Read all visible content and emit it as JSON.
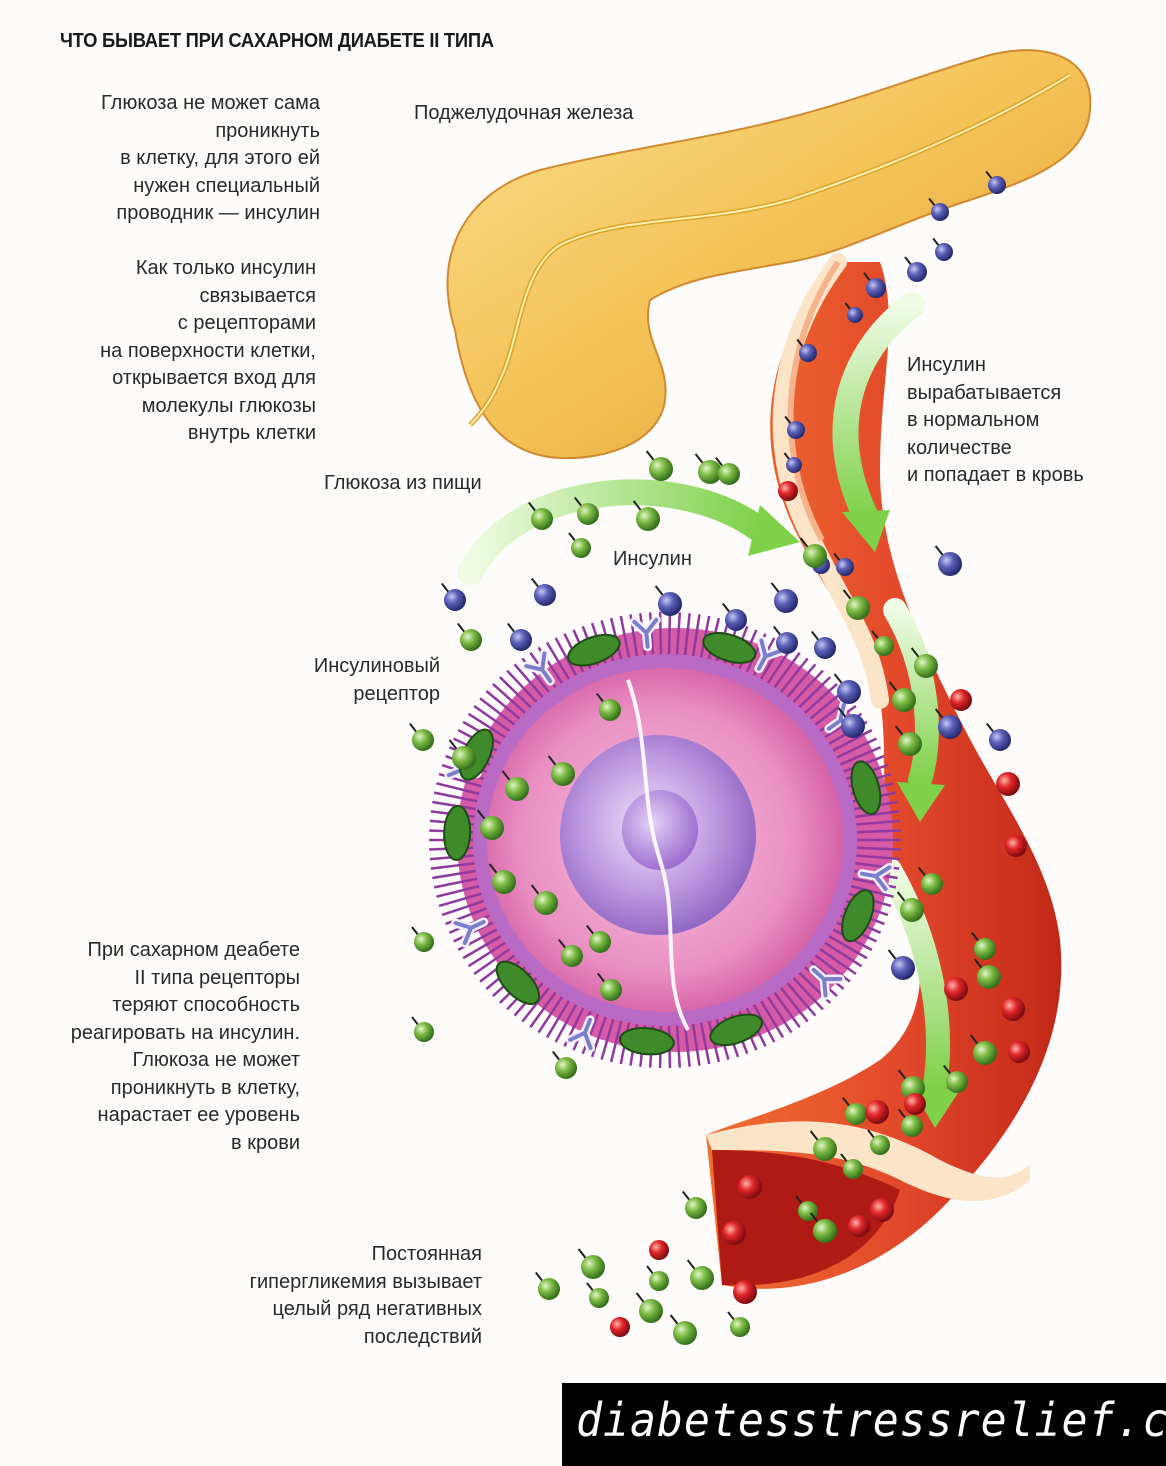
{
  "title": "ЧТО БЫВАЕТ ПРИ САХАРНОМ ДИАБЕТЕ II ТИПА",
  "labels": {
    "pancreas": "Поджелудочная железа",
    "glucose_food": "Глюкоза из пищи",
    "insulin": "Инсулин",
    "receptor": [
      "Инсулиновый",
      "рецептор"
    ]
  },
  "notes": {
    "glucose_entry": [
      "Глюкоза не может сама",
      "проникнуть",
      "в клетку, для этого ей",
      "нужен специальный",
      "проводник — инсулин"
    ],
    "insulin_binding": [
      "Как только инсулин",
      "связывается",
      "с рецепторами",
      "на поверхности клетки,",
      "открывается вход для",
      "молекулы глюкозы",
      "внутрь клетки"
    ],
    "insulin_production": [
      "Инсулин",
      "вырабатывается",
      "в нормальном",
      "количестве",
      "и попадает в кровь"
    ],
    "type2_receptors": [
      "При сахарном деабете",
      "II типа рецепторы",
      "теряют способность",
      "реагировать на инсулин.",
      "Глюкоза не может",
      "проникнуть в клетку,",
      "нарастает ее уровень",
      "в крови"
    ],
    "hyperglycemia": [
      "Постоянная",
      "гипергликемия вызывает",
      "целый ряд негативных",
      "последствий"
    ]
  },
  "colors": {
    "insulin": "#4a4fa8",
    "glucose": "#6fae3a",
    "red_cell": "#d61f22",
    "vessel": "#e2482a",
    "pancreas": "#f2c255",
    "cell_body": "#e98bbf",
    "nucleus": "#b38ad6",
    "arrow": "#7fd14a"
  },
  "watermark": "diabetesstressrelief.com"
}
